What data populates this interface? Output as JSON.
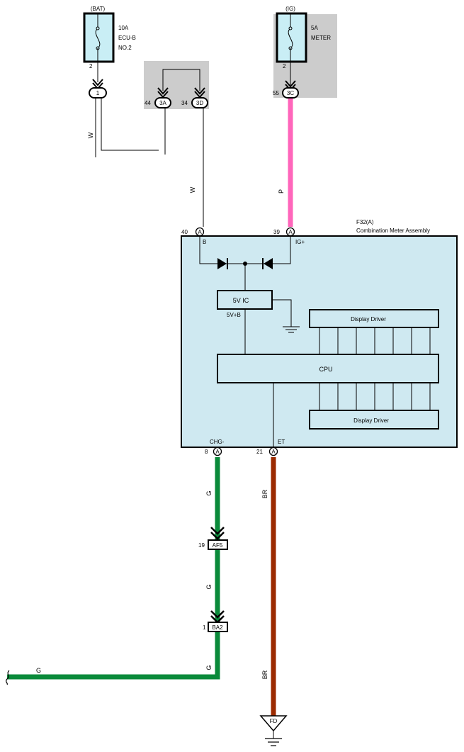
{
  "colors": {
    "fuse_fill": "#c9eef5",
    "meter_fill": "#cfe9f1",
    "junction_gray": "#cccccc",
    "wire_pink": "#ff66bb",
    "wire_green": "#0a8a3a",
    "wire_brown": "#9b2a00"
  },
  "fuse_bat": {
    "source": "(BAT)",
    "rating": "10A",
    "name_line1": "ECU-B",
    "name_line2": "NO.2",
    "pin": "2"
  },
  "fuse_ig": {
    "source": "(IG)",
    "rating": "5A",
    "name": "METER",
    "pin": "2"
  },
  "connectors": {
    "c1": {
      "label": "1"
    },
    "c3a": {
      "pin": "44",
      "label": "3A"
    },
    "c3d": {
      "pin": "34",
      "label": "3D"
    },
    "c3c": {
      "pin": "55",
      "label": "3C"
    },
    "af5": {
      "pin": "19",
      "label": "AF5"
    },
    "ba2": {
      "pin": "1",
      "label": "BA2"
    }
  },
  "wire_colors": {
    "w_left": "W",
    "w_mid": "W",
    "p": "P",
    "g1": "G",
    "g2": "G",
    "g3": "G",
    "g4": "G",
    "br1": "BR",
    "br2": "BR"
  },
  "meter": {
    "code": "F32(A)",
    "name": "Combination Meter Assembly",
    "pin_b": {
      "num": "40",
      "conn": "A",
      "label": "B"
    },
    "pin_ig": {
      "num": "39",
      "conn": "A",
      "label": "IG+"
    },
    "pin_chg": {
      "num": "8",
      "conn": "A",
      "label": "CHG-"
    },
    "pin_et": {
      "num": "21",
      "conn": "A",
      "label": "ET"
    },
    "ic_label": "5V IC",
    "ic_out": "5V+B",
    "cpu": "CPU",
    "driver_top": "Display Driver",
    "driver_bottom": "Display Driver"
  },
  "ground": {
    "label": "FD"
  }
}
